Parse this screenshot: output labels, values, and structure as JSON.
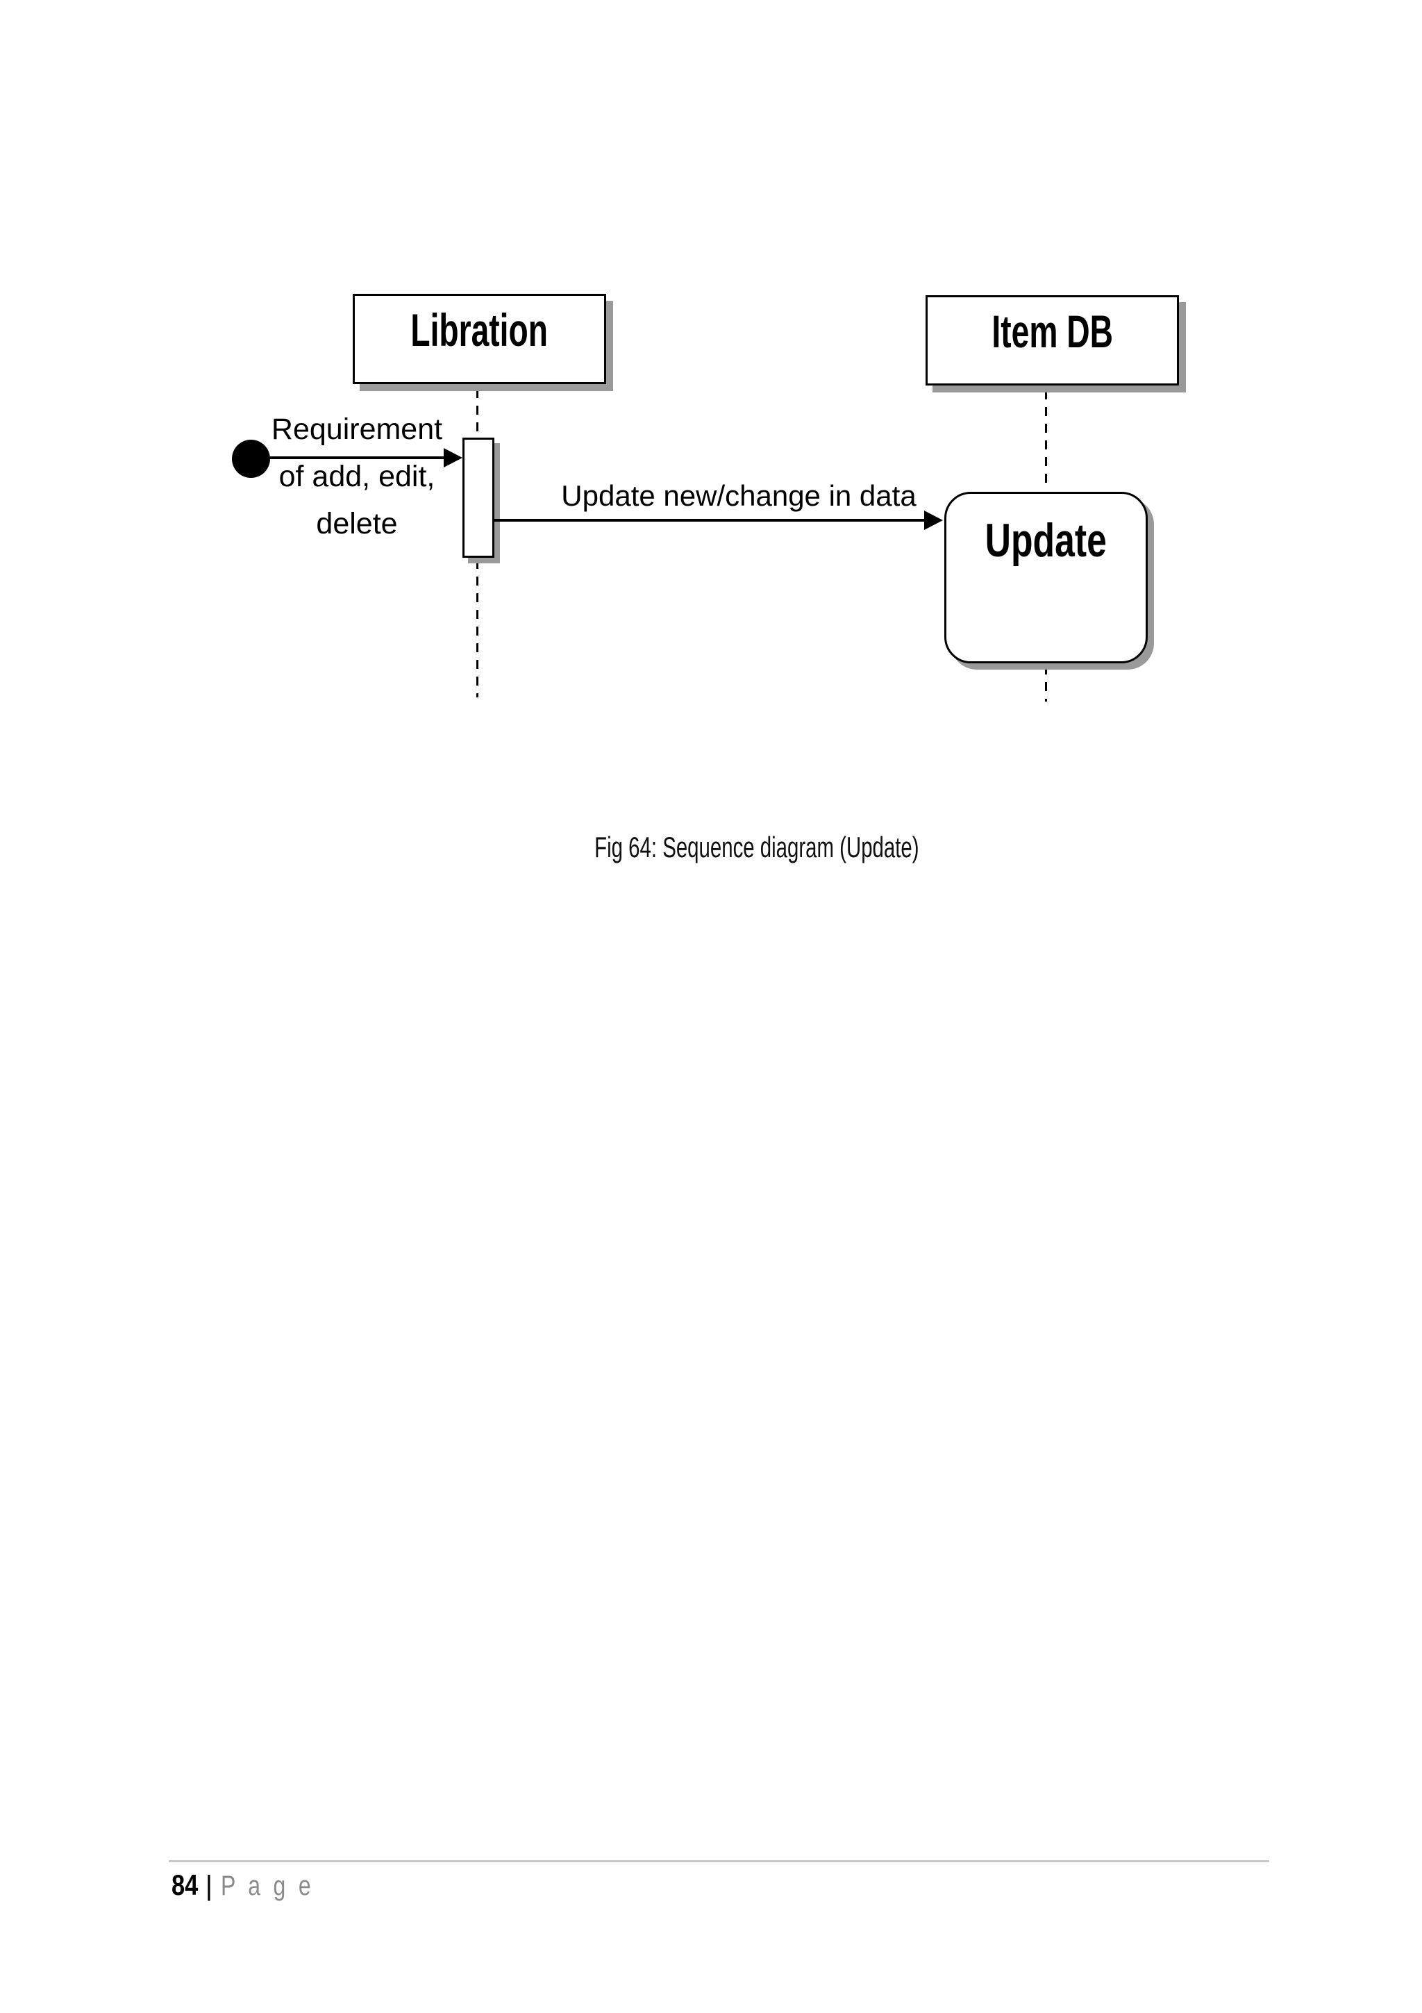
{
  "diagram": {
    "actors": [
      {
        "label": "Libration"
      },
      {
        "label": "Item DB"
      }
    ],
    "start_event_label": {
      "line1": "Requirement",
      "line2": "of add, edit,",
      "line3": "delete"
    },
    "message_label": "Update new/change in data",
    "state_node_label": "Update"
  },
  "caption": "Fig 64: Sequence diagram (Update)",
  "footer": {
    "page_number": "84",
    "separator": "|",
    "page_label": "P a g e"
  },
  "colors": {
    "ink": "#000000",
    "paper": "#ffffff",
    "shadow": "#9a9a9a",
    "footer_gray": "#8a8a8a",
    "footer_rule": "#c9c9c9"
  }
}
